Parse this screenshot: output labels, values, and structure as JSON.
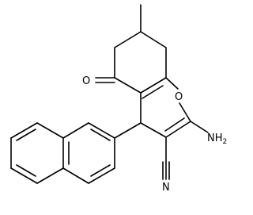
{
  "atoms": {
    "nh2": {
      "main": "NH",
      "sub": "2"
    },
    "ring_o": "O",
    "ketone_o": "O",
    "nitrile_n": "N"
  }
}
